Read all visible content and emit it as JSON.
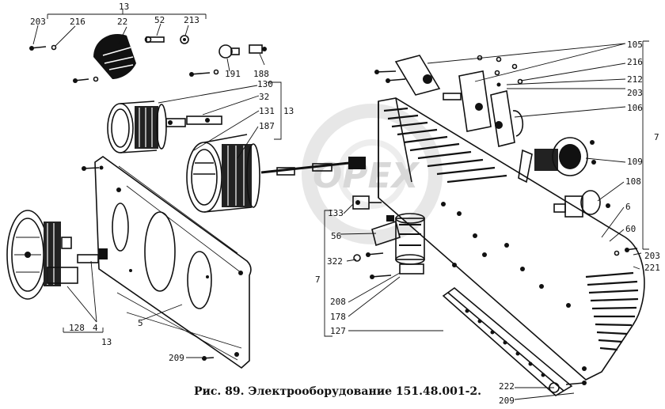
{
  "caption": "Рис. 89. Электрооборудование 151.48.001-2.",
  "watermark": "OPEX",
  "labels": {
    "l13_top": "13",
    "l203_top": "203",
    "l216_top": "216",
    "l22": "22",
    "l52": "52",
    "l213": "213",
    "l191": "191",
    "l188": "188",
    "l130": "130",
    "l32": "32",
    "l131": "131",
    "l13_mid": "13",
    "l187": "187",
    "l105": "105",
    "l216_r": "216",
    "l212": "212",
    "l203_r": "203",
    "l106": "106",
    "l7_r": "7",
    "l109": "109",
    "l108": "108",
    "l6": "6",
    "l60": "60",
    "l203_b": "203",
    "l221": "221",
    "l133": "133",
    "l56": "56",
    "l322": "322",
    "l7_l": "7",
    "l208": "208",
    "l178": "178",
    "l127": "127",
    "l128": "128",
    "l4": "4",
    "l5": "5",
    "l13_bot": "13",
    "l209_l": "209",
    "l222": "222",
    "l209_b": "209"
  }
}
